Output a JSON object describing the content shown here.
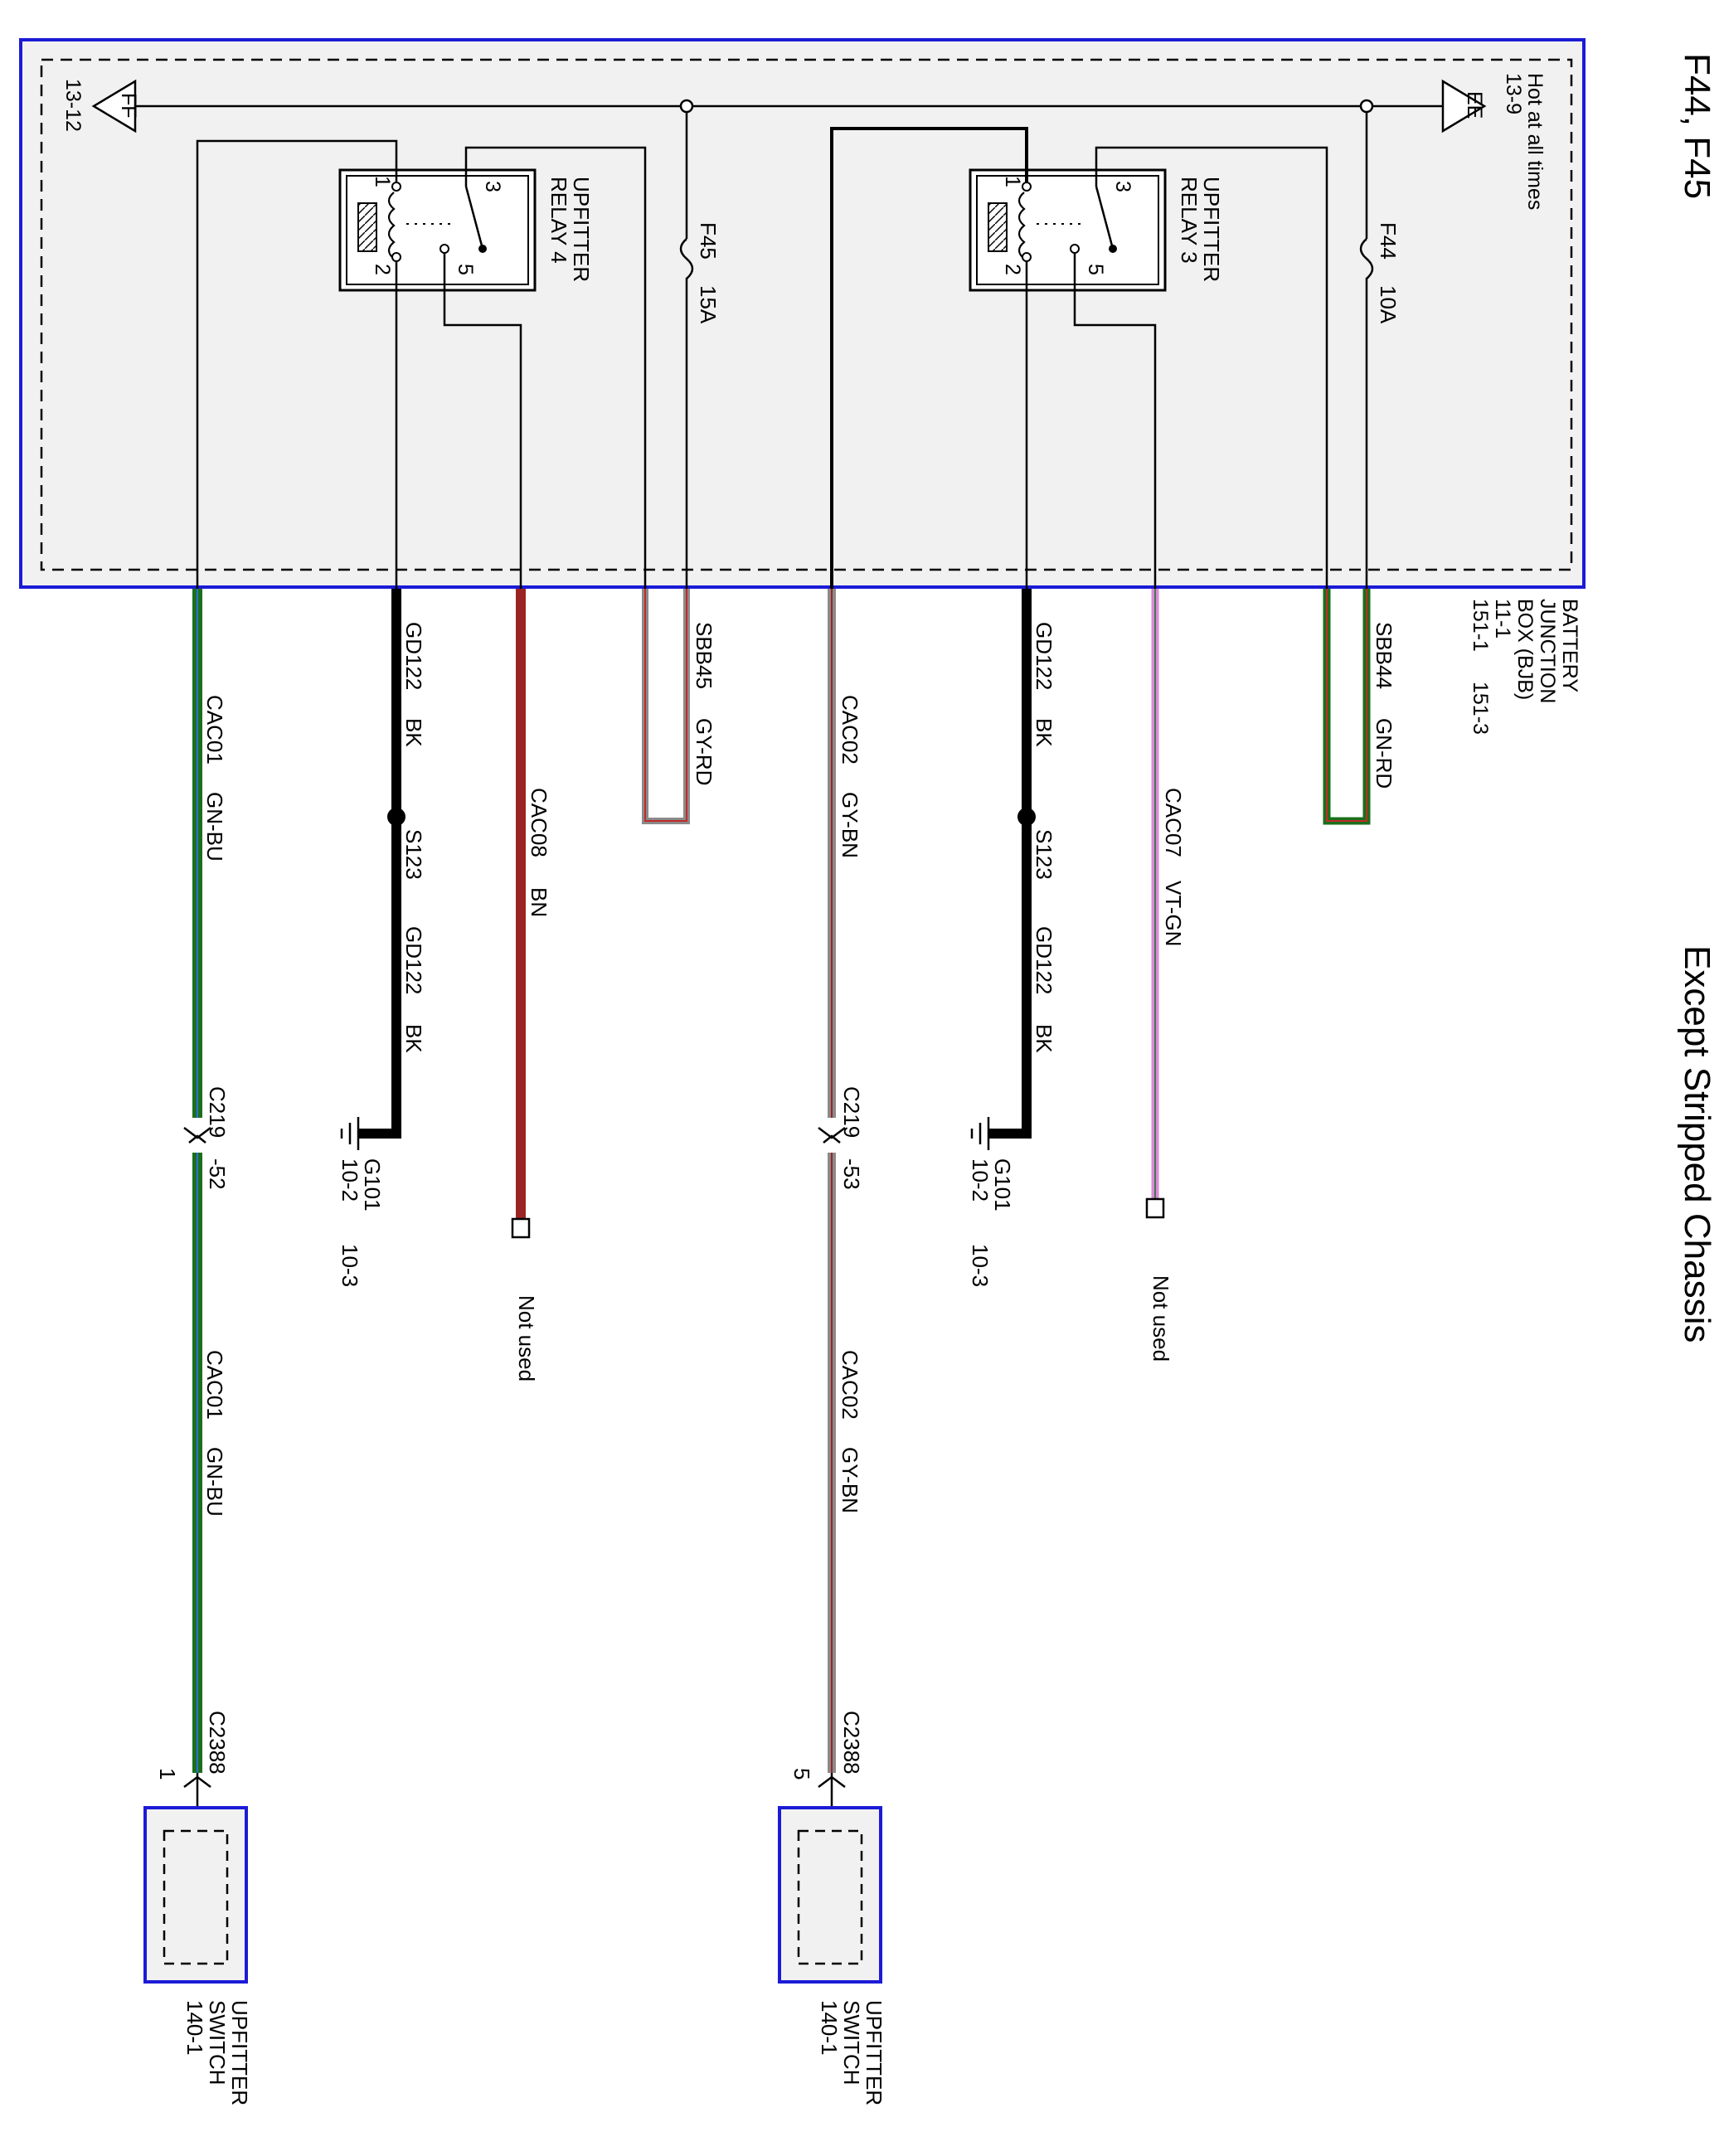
{
  "header": {
    "fuses_title": "F44, F45",
    "condition_title": "Except Stripped Chassis"
  },
  "bjb": {
    "name_line1": "BATTERY",
    "name_line2": "JUNCTION",
    "name_line3": "BOX (BJB)",
    "ref_a1": "11-1",
    "ref_b1": "151-1",
    "ref_b2": "151-3",
    "hot_label": "Hot at all times",
    "ee_ref": "13-9",
    "ee_tag": "EE",
    "ff_ref": "13-12",
    "ff_tag": "FF"
  },
  "relays": [
    {
      "name_line1": "UPFITTER",
      "name_line2": "RELAY 4",
      "pin_1": "1",
      "pin_2": "2",
      "pin_3": "3",
      "pin_5": "5"
    },
    {
      "name_line1": "UPFITTER",
      "name_line2": "RELAY 3",
      "pin_1": "1",
      "pin_2": "2",
      "pin_3": "3",
      "pin_5": "5"
    }
  ],
  "fuses": [
    {
      "id": "F45",
      "rating": "15A"
    },
    {
      "id": "F44",
      "rating": "10A"
    }
  ],
  "wires": {
    "cac01_a": {
      "circuit": "CAC01",
      "color": "GN-BU"
    },
    "cac01_b": {
      "circuit": "CAC01",
      "color": "GN-BU"
    },
    "gd122_l1": {
      "circuit": "GD122",
      "color": "BK"
    },
    "gd122_l2": {
      "circuit": "GD122",
      "color": "BK"
    },
    "cac08": {
      "circuit": "CAC08",
      "color": "BN"
    },
    "sbb45": {
      "circuit": "SBB45",
      "color": "GY-RD"
    },
    "cac02_a": {
      "circuit": "CAC02",
      "color": "GY-BN"
    },
    "cac02_b": {
      "circuit": "CAC02",
      "color": "GY-BN"
    },
    "gd122_r1": {
      "circuit": "GD122",
      "color": "BK"
    },
    "gd122_r2": {
      "circuit": "GD122",
      "color": "BK"
    },
    "cac07": {
      "circuit": "CAC07",
      "color": "VT-GN"
    },
    "sbb44": {
      "circuit": "SBB44",
      "color": "GN-RD"
    }
  },
  "splices": {
    "left": "S123",
    "right": "S123"
  },
  "grounds": {
    "left": {
      "id": "G101",
      "ref1": "10-2",
      "ref2": "10-3"
    },
    "right": {
      "id": "G101",
      "ref1": "10-2",
      "ref2": "10-3"
    }
  },
  "connectors": {
    "c219_left": "C219",
    "c219_left_pin": "-52",
    "c219_right": "C219",
    "c219_right_pin": "-53",
    "c2388_left": "C2388",
    "c2388_left_pin": "1",
    "c2388_right": "C2388",
    "c2388_right_pin": "5"
  },
  "not_used": {
    "left": "Not used",
    "right": "Not used"
  },
  "switches": [
    {
      "name_line1": "UPFITTER",
      "name_line2": "SWITCH",
      "ref": "140-1"
    },
    {
      "name_line1": "UPFITTER",
      "name_line2": "SWITCH",
      "ref": "140-1"
    }
  ],
  "colors": {
    "outline_blue": "#1b1bd6",
    "module_fill": "#f1f1f1",
    "gn": "#1b6f1b",
    "bu": "#2f6fd6",
    "gy": "#8a8a8a",
    "rd": "#c22a2a",
    "bn": "#9a2424",
    "vt": "#d98ad9"
  }
}
